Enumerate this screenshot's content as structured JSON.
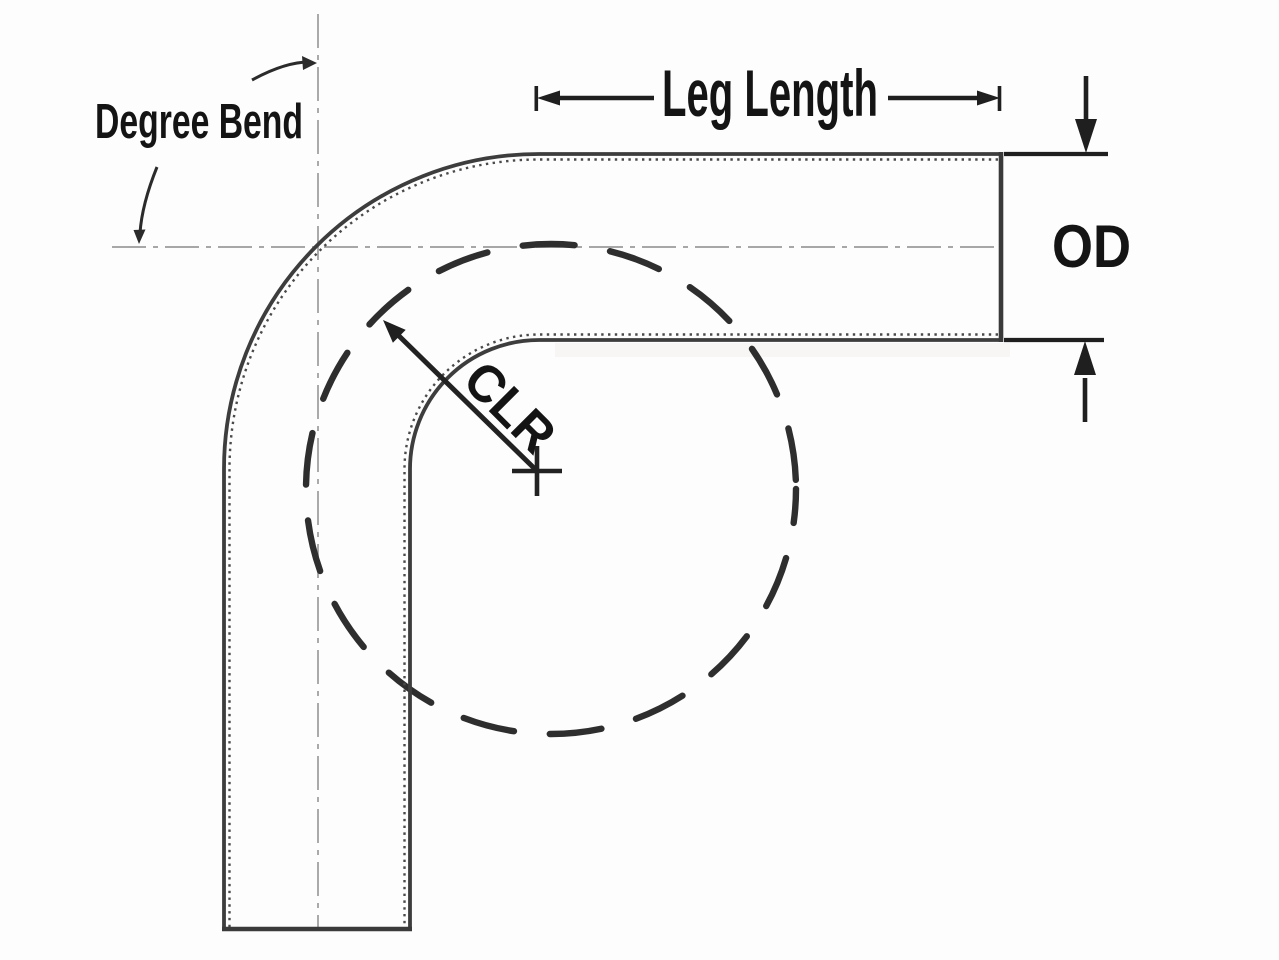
{
  "diagram": {
    "degree_bend_label": "Degree Bend",
    "leg_length_label": "Leg Length",
    "od_label": "OD",
    "clr_label": "CLR"
  },
  "colors": {
    "background": "#fdfdfd",
    "tube_line": "#3d3d3d",
    "dimension_line": "#1f1f1f",
    "centerline_gray": "#9b9b9b",
    "clr_circle": "#2e2e2e",
    "text": "#141414"
  }
}
